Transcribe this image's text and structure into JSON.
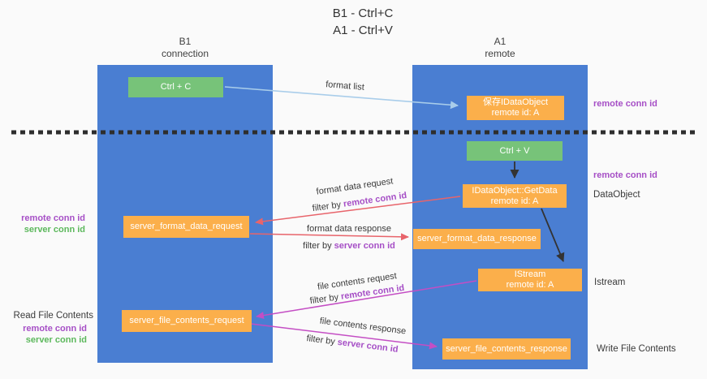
{
  "title": {
    "line1": "B1 - Ctrl+C",
    "line2": "A1 - Ctrl+V"
  },
  "lanes": {
    "left": {
      "title": "B1",
      "subtitle": "connection"
    },
    "right": {
      "title": "A1",
      "subtitle": "remote"
    }
  },
  "boxes": {
    "ctrl_c": {
      "label": "Ctrl + C"
    },
    "ctrl_v": {
      "label": "Ctrl + V"
    },
    "save_dataobject": {
      "line1": "保存IDataObject",
      "line2": "remote id: A"
    },
    "getdata": {
      "line1": "IDataObject::GetData",
      "line2": "remote id: A"
    },
    "istream": {
      "line1": "IStream",
      "line2": "remote id: A"
    },
    "format_request": {
      "label": "server_format_data_request"
    },
    "format_response": {
      "label": "server_format_data_response"
    },
    "file_request": {
      "label": "server_file_contents_request"
    },
    "file_response": {
      "label": "server_file_contents_response"
    }
  },
  "flow_labels": {
    "format_list": "format list",
    "format_request": {
      "line": "format data request",
      "filter_prefix": "filter by ",
      "filter_value": "remote conn id"
    },
    "format_response": {
      "line": "format data response",
      "filter_prefix": "filter by ",
      "filter_value": "server conn id"
    },
    "file_request": {
      "line": "file contents request",
      "filter_prefix": "filter by ",
      "filter_value": "remote conn id"
    },
    "file_response": {
      "line": "file contents response",
      "filter_prefix": "filter by ",
      "filter_value": "server conn id"
    }
  },
  "annotations": {
    "right_top_conn_id": "remote conn id",
    "right_mid_conn_id": "remote conn id",
    "dataobject": "DataObject",
    "istream": "Istream",
    "write_file": "Write File Contents",
    "left_format_remote": "remote conn id",
    "left_format_server": "server conn id",
    "read_file": "Read File Contents",
    "left_file_remote": "remote conn id",
    "left_file_server": "server conn id"
  },
  "colors": {
    "lane_blue": "#4a7ed2",
    "box_green": "#77c379",
    "box_orange": "#fbaf4b",
    "arrow_blue": "#a9cdea",
    "arrow_red": "#e8646b",
    "arrow_magenta": "#c44ec4",
    "arrow_black": "#333333",
    "text_purple": "#a64fc6",
    "text_green": "#5cb85c",
    "divider_black": "#2e2e2e"
  }
}
